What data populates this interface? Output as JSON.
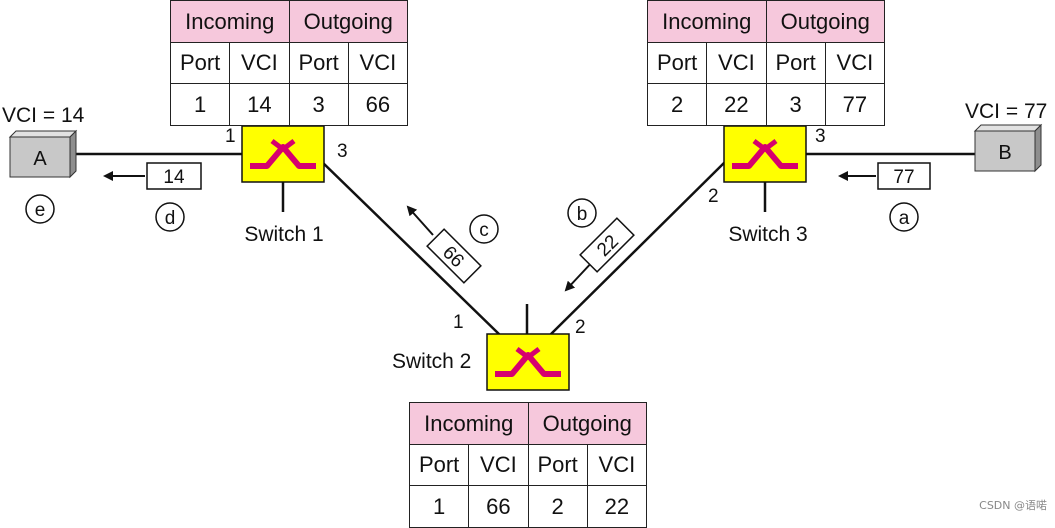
{
  "hosts": {
    "a": {
      "label": "A",
      "vci": "VCI = 14"
    },
    "b": {
      "label": "B",
      "vci": "VCI = 77"
    }
  },
  "switches": {
    "s1": {
      "label": "Switch 1",
      "ports": {
        "p1": "1",
        "p3": "3"
      }
    },
    "s2": {
      "label": "Switch 2",
      "ports": {
        "p1": "1",
        "p2": "2"
      }
    },
    "s3": {
      "label": "Switch 3",
      "ports": {
        "p2": "2",
        "p3": "3"
      }
    }
  },
  "frames": {
    "a": "77",
    "b": "22",
    "c": "66",
    "d": "14"
  },
  "steps": {
    "a": "a",
    "b": "b",
    "c": "c",
    "d": "d",
    "e": "e"
  },
  "tables": {
    "switch1": {
      "headers": [
        "Incoming",
        "Outgoing"
      ],
      "subheaders": [
        "Port",
        "VCI",
        "Port",
        "VCI"
      ],
      "rows": [
        [
          "1",
          "14",
          "3",
          "66"
        ]
      ]
    },
    "switch3": {
      "headers": [
        "Incoming",
        "Outgoing"
      ],
      "subheaders": [
        "Port",
        "VCI",
        "Port",
        "VCI"
      ],
      "rows": [
        [
          "2",
          "22",
          "3",
          "77"
        ]
      ]
    },
    "switch2": {
      "headers": [
        "Incoming",
        "Outgoing"
      ],
      "subheaders": [
        "Port",
        "VCI",
        "Port",
        "VCI"
      ],
      "rows": [
        [
          "1",
          "66",
          "2",
          "22"
        ]
      ]
    }
  },
  "watermark": "CSDN @语喏",
  "colors": {
    "switch_fill": "#ffff00",
    "switch_symbol": "#d6006e",
    "table_header": "#f6c8dc",
    "host_fill": "#c8c8c8"
  }
}
